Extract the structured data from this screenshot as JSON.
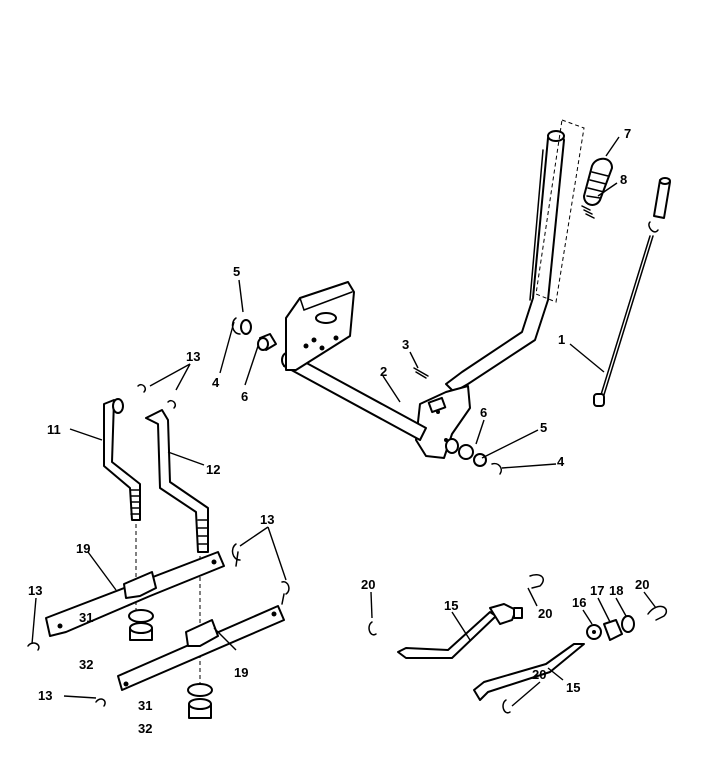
{
  "diagram": {
    "type": "exploded parts diagram",
    "subject": "mower deck lift linkage",
    "callouts": {
      "c1": "1",
      "c2": "2",
      "c3": "3",
      "c4a": "4",
      "c4b": "4",
      "c5a": "5",
      "c5b": "5",
      "c6a": "6",
      "c6b": "6",
      "c7": "7",
      "c8": "8",
      "c11": "11",
      "c12": "12",
      "c13a": "13",
      "c13b": "13",
      "c13c": "13",
      "c13d": "13",
      "c15a": "15",
      "c15b": "15",
      "c16": "16",
      "c17": "17",
      "c18": "18",
      "c19a": "19",
      "c19b": "19",
      "c20a": "20",
      "c20b": "20",
      "c20c": "20",
      "c20d": "20",
      "c31a": "31",
      "c31b": "31",
      "c32a": "32",
      "c32b": "32"
    }
  }
}
